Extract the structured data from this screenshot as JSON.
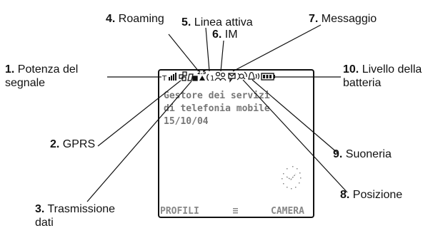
{
  "callouts": [
    {
      "num": "1.",
      "text": "Potenza del",
      "text2": "segnale"
    },
    {
      "num": "2.",
      "text": "GPRS"
    },
    {
      "num": "3.",
      "text": "Trasmissione",
      "text2": "dati"
    },
    {
      "num": "4.",
      "text": "Roaming"
    },
    {
      "num": "5.",
      "text": "Linea attiva"
    },
    {
      "num": "6.",
      "text": "IM"
    },
    {
      "num": "7.",
      "text": "Messaggio"
    },
    {
      "num": "8.",
      "text": "Posizione"
    },
    {
      "num": "9.",
      "text": "Suoneria"
    },
    {
      "num": "10.",
      "text": "Livello della",
      "text2": "batteria"
    }
  ],
  "screen": {
    "status_icons": [
      "signal-strength-icon",
      "gprs-icon",
      "data-transmission-icon",
      "roaming-icon",
      "active-line-icon",
      "im-icon",
      "message-icon",
      "location-icon",
      "ringer-icon",
      "battery-icon"
    ],
    "line1": "Gestore dei servizi",
    "line2": "di telefonia mobile",
    "line3": "15/10/04",
    "softkey_left": "PROFILI",
    "softkey_right": "CAMERA",
    "menu_icon": "menu-icon",
    "clock_icon": "clock-icon"
  },
  "colors": {
    "line": "#111111",
    "screen_text": "#777777"
  }
}
